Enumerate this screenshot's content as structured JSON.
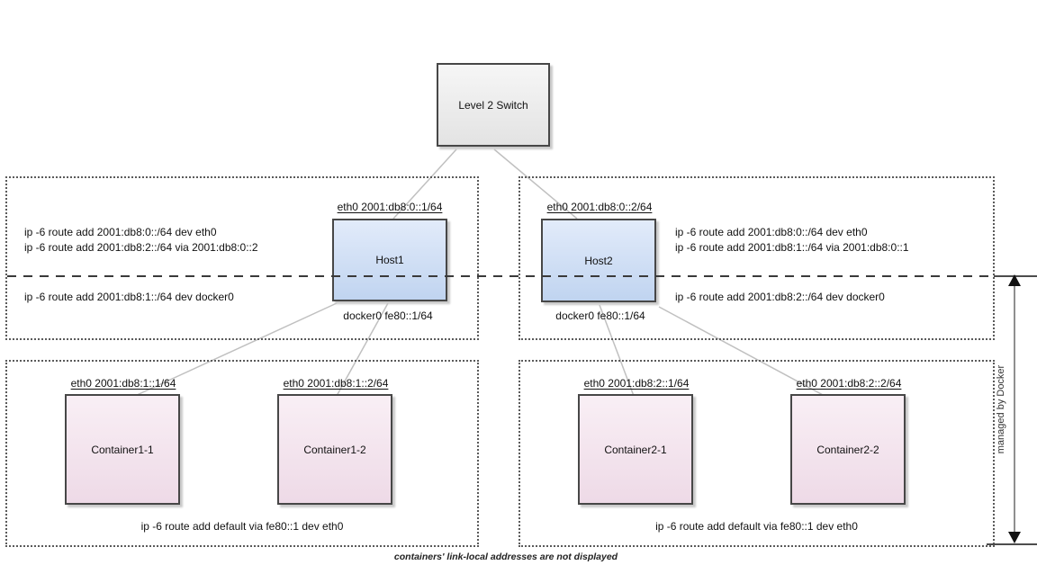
{
  "switch": {
    "label": "Level 2 Switch"
  },
  "hosts": {
    "host1": {
      "name": "Host1",
      "eth0": "eth0 2001:db8:0::1/64",
      "docker0": "docker0 fe80::1/64",
      "route1": "ip -6 route add 2001:db8:0::/64 dev eth0",
      "route2": "ip -6 route add 2001:db8:2::/64 via 2001:db8:0::2",
      "route_docker": "ip -6 route add 2001:db8:1::/64 dev docker0"
    },
    "host2": {
      "name": "Host2",
      "eth0": "eth0 2001:db8:0::2/64",
      "docker0": "docker0 fe80::1/64",
      "route1": "ip -6 route add 2001:db8:0::/64 dev eth0",
      "route2": "ip -6 route add 2001:db8:1::/64 via 2001:db8:0::1",
      "route_docker": "ip -6 route add 2001:db8:2::/64 dev docker0"
    }
  },
  "containers": {
    "c11": {
      "name": "Container1-1",
      "eth0": "eth0 2001:db8:1::1/64"
    },
    "c12": {
      "name": "Container1-2",
      "eth0": "eth0 2001:db8:1::2/64"
    },
    "c21": {
      "name": "Container2-1",
      "eth0": "eth0 2001:db8:2::1/64"
    },
    "c22": {
      "name": "Container2-2",
      "eth0": "eth0 2001:db8:2::2/64"
    }
  },
  "regions": {
    "left_default_route": "ip -6 route add default via fe80::1 dev eth0",
    "right_default_route": "ip -6 route add default via fe80::1 dev eth0"
  },
  "side_label": "managed by Docker",
  "caption": "containers' link-local addresses are not displayed",
  "colors": {
    "host_fill": "#cfdef5",
    "container_fill": "#f4e3ed",
    "switch_fill": "#ededed",
    "connector_line": "#c0c0c0",
    "box_border": "#474747"
  }
}
